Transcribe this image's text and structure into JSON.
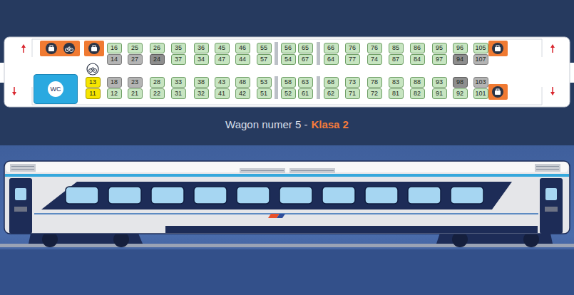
{
  "diagram": {
    "title": "Wagon numer 5 -",
    "nodes": [
      {
        "text": [
          "16"
        ]
      },
      {
        "text": [
          "25"
        ]
      },
      {
        "text": [
          "26"
        ]
      },
      {
        "text": [
          "35"
        ]
      },
      {
        "text": [
          "36"
        ]
      },
      {
        "text": [
          "45"
        ]
      },
      {
        "text": [
          "46"
        ]
      },
      {
        "text": [
          "55"
        ]
      },
      {
        "text": [
          "56"
        ]
      },
      {
        "text": [
          "65"
        ]
      },
      {
        "text": [
          "66"
        ]
      },
      {
        "text": [
          "76"
        ]
      },
      {
        "text": [
          "76"
        ]
      },
      {
        "text": [
          "85"
        ]
      },
      {
        "text": [
          "86"
        ]
      },
      {
        "text": [
          "95"
        ]
      },
      {
        "text": [
          "96"
        ]
      },
      {
        "text": [
          "105"
        ]
      },
      {
        "text": [
          "14"
        ]
      },
      {
        "text": [
          "27"
        ]
      },
      {
        "text": [
          "24"
        ]
      },
      {
        "text": [
          "37"
        ]
      },
      {
        "text": [
          "34"
        ]
      },
      {
        "text": [
          "47"
        ]
      },
      {
        "text": [
          "44"
        ]
      },
      {
        "text": [
          "57"
        ]
      },
      {
        "text": [
          "54"
        ]
      },
      {
        "text": [
          "67"
        ]
      },
      {
        "text": [
          "64"
        ]
      },
      {
        "text": [
          "77"
        ]
      },
      {
        "text": [
          "74"
        ]
      },
      {
        "text": [
          "87"
        ]
      },
      {
        "text": [
          "84"
        ]
      },
      {
        "text": [
          "97"
        ]
      },
      {
        "text": [
          "94"
        ]
      },
      {
        "text": [
          "107"
        ]
      },
      {
        "text": [
          "WC"
        ]
      },
      {
        "text": [
          "13"
        ]
      },
      {
        "text": [
          "18"
        ]
      },
      {
        "text": [
          "23"
        ]
      },
      {
        "text": [
          "28"
        ]
      },
      {
        "text": [
          "33"
        ]
      },
      {
        "text": [
          "38"
        ]
      },
      {
        "text": [
          "43"
        ]
      },
      {
        "text": [
          "48"
        ]
      },
      {
        "text": [
          "53"
        ]
      },
      {
        "text": [
          "58"
        ]
      },
      {
        "text": [
          "63"
        ]
      },
      {
        "text": [
          "68"
        ]
      },
      {
        "text": [
          "73"
        ]
      },
      {
        "text": [
          "78"
        ]
      },
      {
        "text": [
          "83"
        ]
      },
      {
        "text": [
          "88"
        ]
      },
      {
        "text": [
          "93"
        ]
      },
      {
        "text": [
          "98"
        ]
      },
      {
        "text": [
          "103"
        ]
      },
      {
        "text": [
          "11"
        ]
      },
      {
        "text": [
          "12"
        ]
      },
      {
        "text": [
          "21"
        ]
      },
      {
        "text": [
          "22"
        ]
      },
      {
        "text": [
          "31"
        ]
      },
      {
        "text": [
          "32"
        ]
      },
      {
        "text": [
          "41"
        ]
      },
      {
        "text": [
          "42"
        ]
      },
      {
        "text": [
          "51"
        ]
      },
      {
        "text": [
          "52"
        ]
      },
      {
        "text": [
          "61"
        ]
      },
      {
        "text": [
          "62"
        ]
      },
      {
        "text": [
          "71"
        ]
      },
      {
        "text": [
          "72"
        ]
      },
      {
        "text": [
          "81"
        ]
      },
      {
        "text": [
          "82"
        ]
      },
      {
        "text": [
          "91"
        ]
      },
      {
        "text": [
          "92"
        ]
      },
      {
        "text": [
          "101"
        ]
      }
    ],
    "labels": [
      "Klasa 2"
    ]
  }
}
